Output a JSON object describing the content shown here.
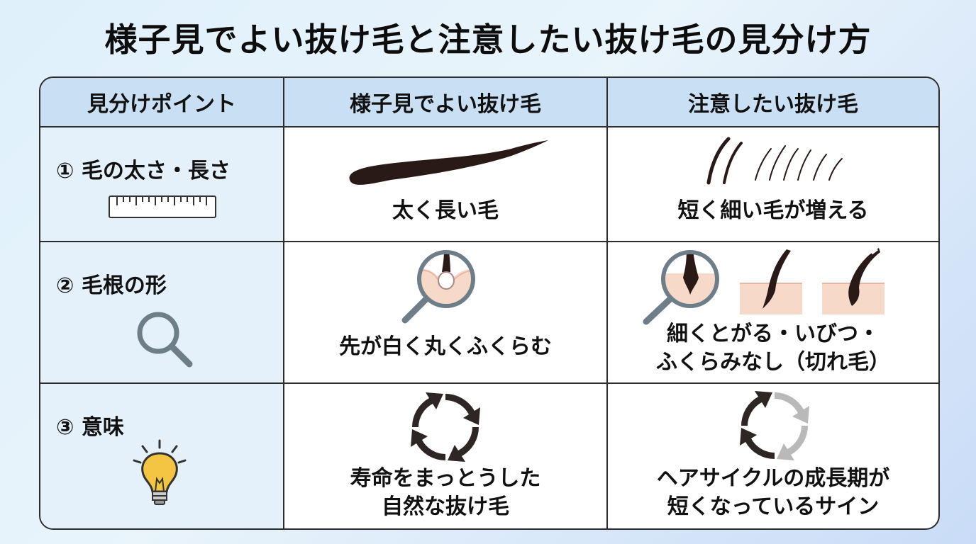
{
  "title": "様子見でよい抜け毛と注意したい抜け毛の見分け方",
  "headers": {
    "point": "見分けポイント",
    "ok": "様子見でよい抜け毛",
    "caution": "注意したい抜け毛"
  },
  "rows": [
    {
      "label": "① 毛の太さ・長さ",
      "icon": "ruler-icon",
      "ok": {
        "lines": [
          "太く長い毛"
        ],
        "icon": "thick-long-hair-icon"
      },
      "caution": {
        "lines": [
          "短く細い毛が増える"
        ],
        "icon": "short-thin-hairs-icon"
      }
    },
    {
      "label": "② 毛根の形",
      "icon": "magnifier-icon",
      "ok": {
        "lines": [
          "先が白く丸くふくらむ"
        ],
        "icon": "round-root-magnified-icon"
      },
      "caution": {
        "lines": [
          "細くとがる・いびつ・",
          "ふくらみなし（切れ毛）"
        ],
        "icon": "pointed-root-icons"
      }
    },
    {
      "label": "③ 意味",
      "icon": "lightbulb-icon",
      "ok": {
        "lines": [
          "寿命をまっとうした",
          "自然な抜け毛"
        ],
        "icon": "full-cycle-arrows-icon"
      },
      "caution": {
        "lines": [
          "ヘアサイクルの成長期が",
          "短くなっているサイン"
        ],
        "icon": "partial-cycle-arrows-icon"
      }
    }
  ],
  "colors": {
    "header_bg": "#c9e0f4",
    "point_bg": "#e4f0fa",
    "hair": "#2a1a17",
    "skin": "#f7d9c9",
    "gray": "#6e7e89",
    "bulb": "#f4c542",
    "arrow_dark": "#2e2624",
    "arrow_light": "#b9b9b9"
  }
}
